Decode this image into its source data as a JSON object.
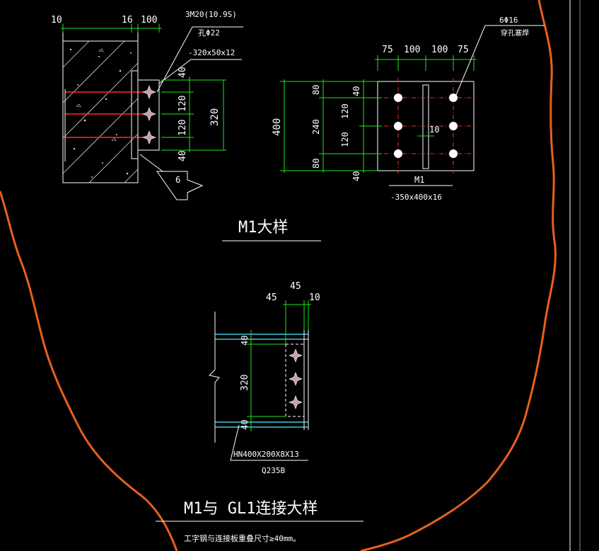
{
  "detail1": {
    "dim_top": [
      "10",
      "16",
      "100"
    ],
    "bolt_note": "3M20(10.9S)",
    "hole_note": "孔Φ22",
    "plate_note": "-320x50x12",
    "dims_right": [
      "40",
      "120",
      "120",
      "40"
    ],
    "dim_total": "320",
    "weld_size": "6"
  },
  "detail2": {
    "dims_top": [
      "75",
      "100",
      "100",
      "75"
    ],
    "bolt_note": "6Φ16",
    "bolt_note2": "穿孔塞焊",
    "dim_total": "400",
    "dims_mid": [
      "80",
      "240",
      "80"
    ],
    "dims_inner": [
      "40",
      "120",
      "120",
      "40"
    ],
    "gap": "10",
    "plate_name": "M1",
    "plate_size": "-350x400x16"
  },
  "title1": "M1大样",
  "detail3": {
    "dims_top": [
      "45",
      "45",
      "10"
    ],
    "dims_left": [
      "40",
      "320",
      "40"
    ],
    "beam_spec": "HN400X200X8X13",
    "material": "Q235B"
  },
  "title2": "M1与 GL1连接大样",
  "note": "工字钢与连接板重叠尺寸≥40mm。",
  "colors": {
    "dimension": "#19e619",
    "bolt_line": "#ff2a2a",
    "flange": "#43c6d6",
    "cloud": "#e8601c"
  }
}
